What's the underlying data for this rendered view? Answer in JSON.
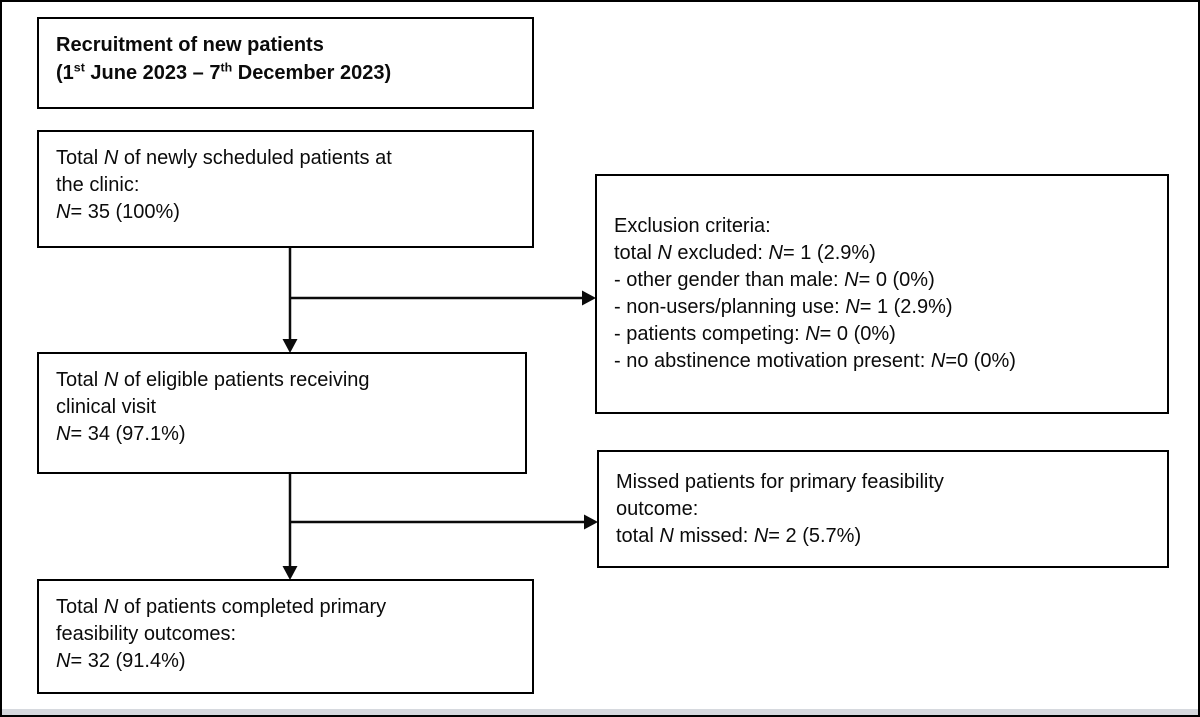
{
  "colors": {
    "background": "#ffffff",
    "box_border": "#000000",
    "text": "#0b0b0b"
  },
  "diagram": {
    "type": "flowchart",
    "boxes": [
      {
        "id": "recruitment-title",
        "style": "bold",
        "lines": [
          [
            {
              "t": "Recruitment of new patients"
            }
          ],
          [
            {
              "t": "(1"
            },
            {
              "t": "st",
              "sup": true
            },
            {
              "t": " June 2023 – 7"
            },
            {
              "t": "th",
              "sup": true
            },
            {
              "t": " December 2023)"
            }
          ]
        ]
      },
      {
        "id": "newly-scheduled",
        "lines": [
          [
            {
              "t": "Total "
            },
            {
              "t": "N",
              "i": true
            },
            {
              "t": " of newly scheduled patients at"
            }
          ],
          [
            {
              "t": "the clinic:"
            }
          ],
          [
            {
              "t": "N",
              "i": true
            },
            {
              "t": "= 35 (100%)"
            }
          ]
        ]
      },
      {
        "id": "exclusion-criteria",
        "lines": [
          [
            {
              "t": "Exclusion criteria:"
            }
          ],
          [
            {
              "t": "total "
            },
            {
              "t": "N",
              "i": true
            },
            {
              "t": " excluded: "
            },
            {
              "t": "N",
              "i": true
            },
            {
              "t": "= 1 (2.9%)"
            }
          ],
          [
            {
              "t": "- other gender than male: "
            },
            {
              "t": "N",
              "i": true
            },
            {
              "t": "= 0 (0%)"
            }
          ],
          [
            {
              "t": "- non-users/planning use: "
            },
            {
              "t": "N",
              "i": true
            },
            {
              "t": "= 1 (2.9%)"
            }
          ],
          [
            {
              "t": "- patients competing: "
            },
            {
              "t": "N",
              "i": true
            },
            {
              "t": "= 0 (0%)"
            }
          ],
          [
            {
              "t": "- no abstinence motivation present: "
            },
            {
              "t": "N",
              "i": true
            },
            {
              "t": "=0 (0%)"
            }
          ]
        ]
      },
      {
        "id": "eligible-patients",
        "lines": [
          [
            {
              "t": "Total "
            },
            {
              "t": "N",
              "i": true
            },
            {
              "t": " of eligible patients receiving"
            }
          ],
          [
            {
              "t": "clinical visit"
            }
          ],
          [
            {
              "t": "N",
              "i": true
            },
            {
              "t": "= 34 (97.1%)"
            }
          ]
        ]
      },
      {
        "id": "missed-patients",
        "lines": [
          [
            {
              "t": "Missed patients for primary feasibility"
            }
          ],
          [
            {
              "t": "outcome:"
            }
          ],
          [
            {
              "t": "total "
            },
            {
              "t": "N",
              "i": true
            },
            {
              "t": " missed: "
            },
            {
              "t": "N",
              "i": true
            },
            {
              "t": "= 2 (5.7%)"
            }
          ]
        ]
      },
      {
        "id": "completed-patients",
        "lines": [
          [
            {
              "t": "Total "
            },
            {
              "t": "N",
              "i": true
            },
            {
              "t": " of patients completed primary"
            }
          ],
          [
            {
              "t": "feasibility outcomes:"
            }
          ],
          [
            {
              "t": "N",
              "i": true
            },
            {
              "t": "= 32 (91.4%)"
            }
          ]
        ]
      }
    ],
    "edges": [
      {
        "from": "newly-scheduled",
        "to": "eligible-patients",
        "direction": "down"
      },
      {
        "from": "newly-scheduled",
        "to": "exclusion-criteria",
        "direction": "right-branch"
      },
      {
        "from": "eligible-patients",
        "to": "completed-patients",
        "direction": "down"
      },
      {
        "from": "eligible-patients",
        "to": "missed-patients",
        "direction": "right-branch"
      }
    ]
  }
}
